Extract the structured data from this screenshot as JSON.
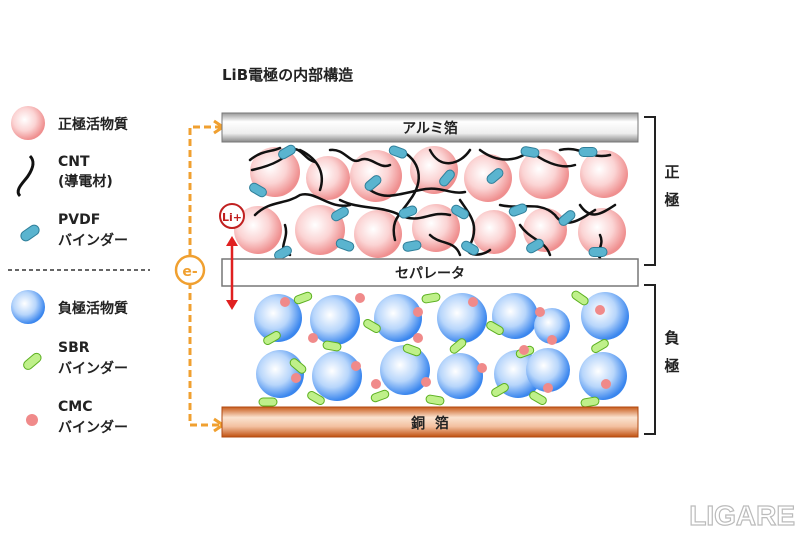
{
  "title": "LiB電極の内部構造",
  "legend": [
    {
      "label": "正極活物質"
    },
    {
      "label": "CNT",
      "label2": "(導電材)"
    },
    {
      "label": "PVDF",
      "label2": "バインダー"
    },
    {
      "label": "負極活物質"
    },
    {
      "label": "SBR",
      "label2": "バインダー"
    },
    {
      "label": "CMC",
      "label2": "バインダー"
    }
  ],
  "layers": {
    "aluminum_foil": "アルミ箔",
    "separator": "セパレータ",
    "copper_foil": "銅  箔"
  },
  "brackets": {
    "positive": [
      "正",
      "極"
    ],
    "negative": [
      "負",
      "極"
    ]
  },
  "electron_label": "e-",
  "ion_label": "Li+",
  "watermark": "LIGARE",
  "colors": {
    "cathode": "#f4a6a6",
    "anode": "#5aa0f0",
    "pvdf": "#5ab4cf",
    "sbr": "#9ee05a",
    "cmc": "#f08a8a",
    "electron_path": "#f0a030",
    "ion_arrow": "#e02020",
    "copper": "#d06a2a"
  }
}
